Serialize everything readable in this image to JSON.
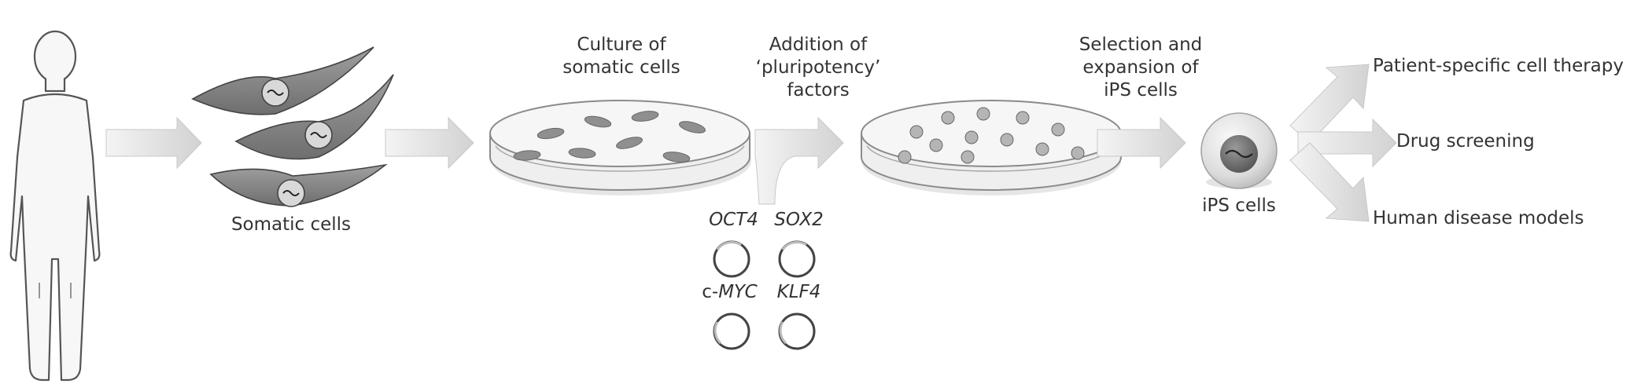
{
  "colors": {
    "background": "#ffffff",
    "text": "#333333",
    "arrow_fill": "#d9d9d9",
    "arrow_stroke": "#bfbfbf",
    "cell_fill": "#8c8c8c",
    "dish_stroke": "#8a8a8a"
  },
  "labels": {
    "somatic_cells": "Somatic cells",
    "culture": "Culture of\nsomatic cells",
    "addition": "Addition of\n‘pluripotency’\nfactors",
    "selection": "Selection and\nexpansion of\niPS cells",
    "ips_cells": "iPS cells"
  },
  "factors": [
    "OCT4",
    "SOX2",
    "c-MYC",
    "KLF4"
  ],
  "applications": [
    "Patient-specific cell therapy",
    "Drug screening",
    "Human disease models"
  ]
}
